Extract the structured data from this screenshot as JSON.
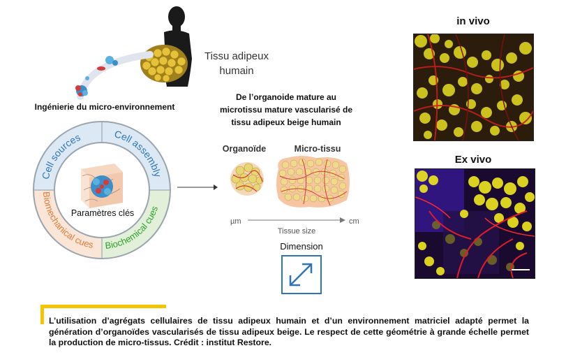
{
  "labels": {
    "tissu_line1": "Tissu adipeux",
    "tissu_line2": "humain",
    "ingenierie": "Ingénierie du micro-environnement",
    "heading_line1": "De l’organoide mature au",
    "heading_line2": "microtissu mature vascularisé de",
    "heading_line3": "tissu adipeux beige humain",
    "organoide": "Organoïde",
    "micro_tissu": "Micro-tissu",
    "um": "µm",
    "cm": "cm",
    "tissue_size": "Tissue size",
    "dimension": "Dimension",
    "in_vivo": "in vivo",
    "ex_vivo": "Ex vivo",
    "parametres": "Paramètres clés"
  },
  "ring": {
    "cell_sources": "Cell sources",
    "cell_assembly": "Cell assembly",
    "biomechanical": "Biomechanical cues",
    "biochemical": "Biochemical cues",
    "colors": {
      "sources": "#2e75b6",
      "assembly": "#2e75b6",
      "biomechanical": "#e07b39",
      "biochemical": "#2ca02c",
      "ring_blue": "#dce9f5",
      "ring_orange": "#fbe5d6",
      "ring_green": "#e2f0d9"
    }
  },
  "caption": "L’utilisation d’agrégats cellulaires de tissu adipeux humain et d’un environnement matriciel adapté permet la génération d’organoïdes vascularisés de tissu adipeux beige. Le respect de cette géométrie à grande échelle permet la production de micro-tissus. Crédit : institut Restore.",
  "icons": {
    "person": "human-silhouette-icon",
    "arrow": "expand-arrows-icon"
  }
}
